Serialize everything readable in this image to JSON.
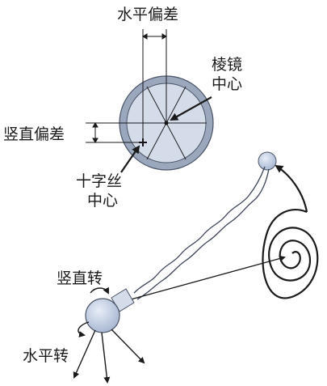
{
  "labels": {
    "horizontal_offset": "水平偏差",
    "prism_center_line1": "棱镜",
    "prism_center_line2": "中心",
    "vertical_offset": "竖直偏差",
    "crosshair_center_line1": "十字丝",
    "crosshair_center_line2": "中心",
    "vertical_rotation": "竖直转",
    "horizontal_rotation": "水平转"
  },
  "colors": {
    "prism_outer": "#9aa7bc",
    "prism_inner": "#d4dbe9",
    "prism_edge": "#4a5466",
    "ink": "#1a1a1a"
  }
}
